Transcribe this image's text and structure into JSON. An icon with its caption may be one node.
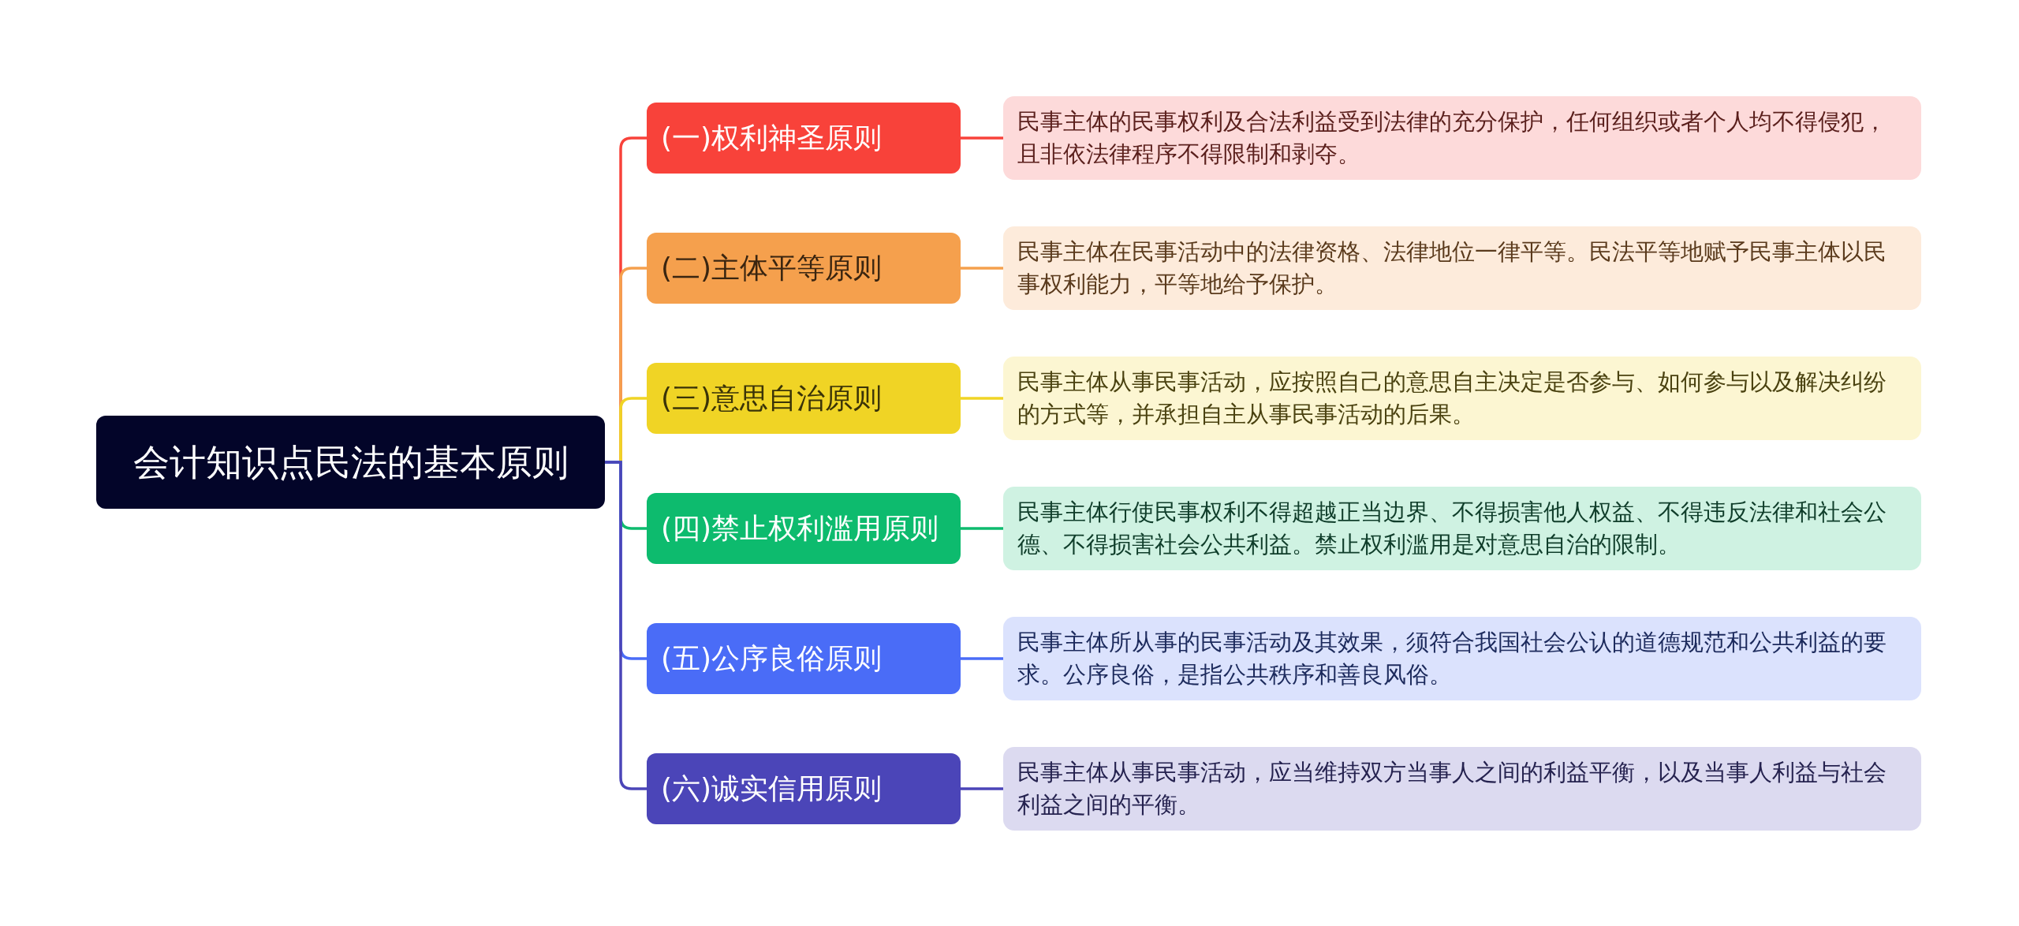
{
  "diagram": {
    "nodes": [
      {
        "text": [
          "会计知识点民法的基本原则"
        ]
      },
      {
        "text": [
          "(一)权利神圣原则"
        ]
      },
      {
        "text": [
          "民事主体的民事权利及合法利益受到法律的充分保护，任何组织或者个人均不得侵犯，且非依法律程序不得限制和剥夺。"
        ]
      },
      {
        "text": [
          "(二)主体平等原则"
        ]
      },
      {
        "text": [
          "民事主体在民事活动中的法律资格、法律地位一律平等。民法平等地赋予民事主体以民事权利能力，平等地给予保护。"
        ]
      },
      {
        "text": [
          "(三)意思自治原则"
        ]
      },
      {
        "text": [
          "民事主体从事民事活动，应按照自己的意思自主决定是否参与、如何参与以及解决纠纷的方式等，并承担自主从事民事活动的后果。"
        ]
      },
      {
        "text": [
          "(四)禁止权利滥用原则"
        ]
      },
      {
        "text": [
          "民事主体行使民事权利不得超越正当边界、不得损害他人权益、不得违反法律和社会公德、不得损害社会公共利益。禁止权利滥用是对意思自治的限制。"
        ]
      },
      {
        "text": [
          "(五)公序良俗原则"
        ]
      },
      {
        "text": [
          "民事主体所从事的民事活动及其效果，须符合我国社会公认的道德规范和公共利益的要求。公序良俗，是指公共秩序和善良风俗。"
        ]
      },
      {
        "text": [
          "(六)诚实信用原则"
        ]
      },
      {
        "text": [
          "民事主体从事民事活动，应当维持双方当事人之间的利益平衡，以及当事人利益与社会利益之间的平衡。"
        ]
      }
    ],
    "edges": [
      {
        "from": 0,
        "to": 1,
        "arrow": "none",
        "color": "#f8423a"
      },
      {
        "from": 1,
        "to": 2,
        "arrow": "none",
        "color": "#f8423a"
      },
      {
        "from": 0,
        "to": 3,
        "arrow": "none",
        "color": "#f5a04d"
      },
      {
        "from": 3,
        "to": 4,
        "arrow": "none",
        "color": "#f5a04d"
      },
      {
        "from": 0,
        "to": 5,
        "arrow": "none",
        "color": "#f0d425"
      },
      {
        "from": 5,
        "to": 6,
        "arrow": "none",
        "color": "#f0d425"
      },
      {
        "from": 0,
        "to": 7,
        "arrow": "none",
        "color": "#0dbb6e"
      },
      {
        "from": 7,
        "to": 8,
        "arrow": "none",
        "color": "#0dbb6e"
      },
      {
        "from": 0,
        "to": 9,
        "arrow": "none",
        "color": "#4a6cf7"
      },
      {
        "from": 9,
        "to": 10,
        "arrow": "none",
        "color": "#4a6cf7"
      },
      {
        "from": 0,
        "to": 11,
        "arrow": "none",
        "color": "#4b45b8"
      },
      {
        "from": 11,
        "to": 12,
        "arrow": "none",
        "color": "#4b45b8"
      }
    ]
  }
}
